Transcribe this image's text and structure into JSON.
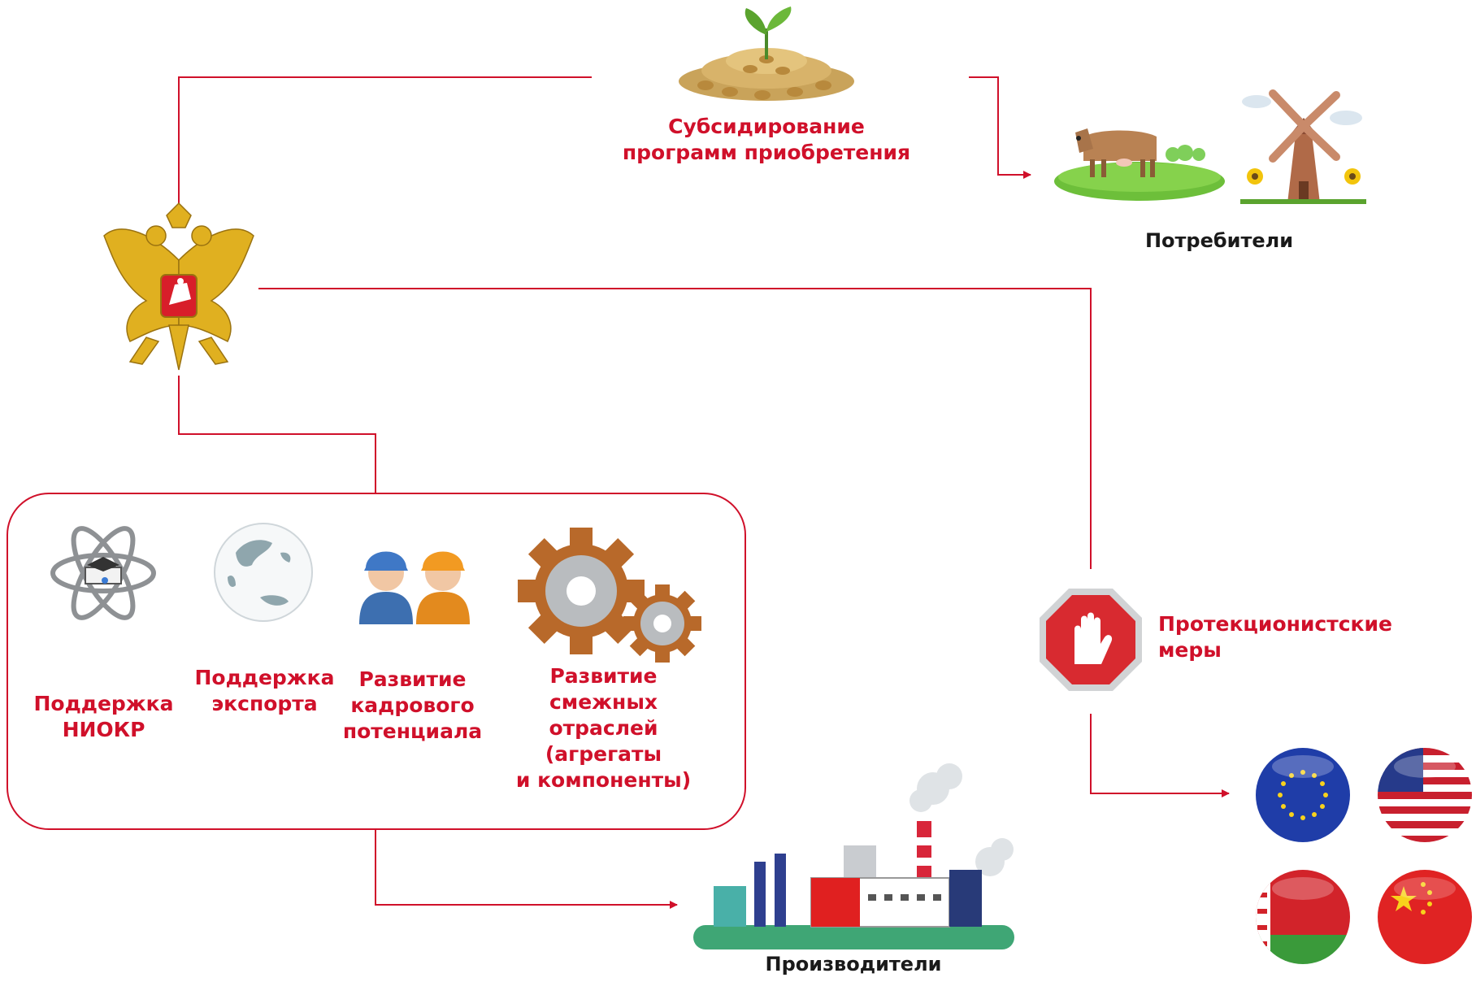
{
  "subsidy": {
    "label_line1": "Субсидирование",
    "label_line2": "программ приобретения",
    "icon": "coins-sprout-icon"
  },
  "consumers": {
    "label": "Потребители",
    "icons": [
      "cow-pasture-icon",
      "windmill-icon"
    ]
  },
  "government": {
    "icon": "russian-coat-of-arms-icon"
  },
  "support_measures": [
    {
      "id": "rnd",
      "line1": "Поддержка",
      "line2": "НИОКР",
      "icon": "atom-icon"
    },
    {
      "id": "export",
      "line1": "Поддержка",
      "line2": "экспорта",
      "icon": "globe-icon"
    },
    {
      "id": "staff",
      "line1": "Развитие",
      "line2": "кадрового",
      "line3": "потенциала",
      "icon": "workers-icon"
    },
    {
      "id": "related",
      "line1": "Развитие",
      "line2": "смежных",
      "line3": "отраслей",
      "line4": "(агрегаты",
      "line5": "и компоненты)",
      "icon": "gears-icon"
    }
  ],
  "producers": {
    "label": "Производители",
    "icon": "factory-icon"
  },
  "protection": {
    "line1": "Протекционистские",
    "line2": "меры",
    "icon": "stop-hand-icon"
  },
  "countries": {
    "flags": [
      "eu-flag-icon",
      "usa-flag-icon",
      "belarus-flag-icon",
      "china-flag-icon"
    ]
  },
  "colors": {
    "accent": "#d0102a",
    "text": "#1a1a1a"
  }
}
